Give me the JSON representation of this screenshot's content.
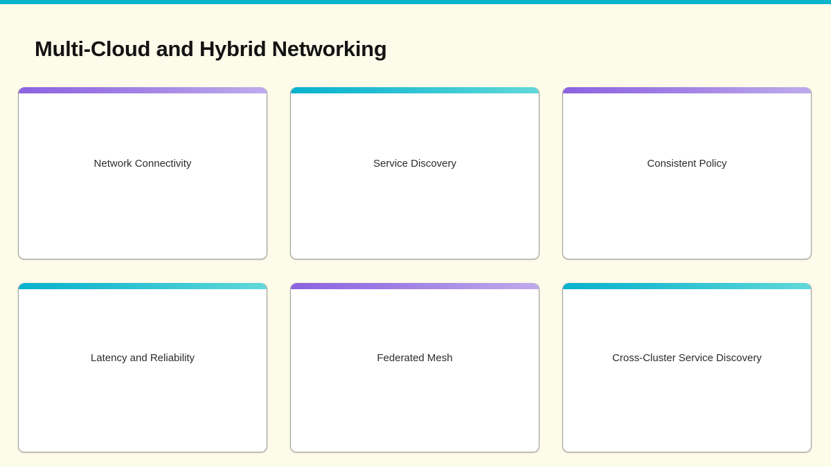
{
  "slide": {
    "title": "Multi-Cloud and Hybrid Networking",
    "background_color": "#fdfbe9",
    "top_accent_color": "#0bb4cc",
    "title_color": "#131313"
  },
  "theme": {
    "purple_accent_start": "#8a63e0",
    "purple_accent_end": "#bfaaec",
    "teal_accent_start": "#09b2cd",
    "teal_accent_end": "#62d8da",
    "card_background": "#ffffff",
    "card_border": "#9a9a9a",
    "label_color": "#2b2b2b"
  },
  "cards": [
    {
      "label": "Network Connectivity",
      "accent": "purple",
      "row": 1,
      "column": 1
    },
    {
      "label": "Service Discovery",
      "accent": "teal",
      "row": 1,
      "column": 2
    },
    {
      "label": "Consistent Policy",
      "accent": "purple",
      "row": 1,
      "column": 3
    },
    {
      "label": "Latency and Reliability",
      "accent": "teal",
      "row": 2,
      "column": 1
    },
    {
      "label": "Federated Mesh",
      "accent": "purple",
      "row": 2,
      "column": 2
    },
    {
      "label": "Cross-Cluster Service Discovery",
      "accent": "teal",
      "row": 2,
      "column": 3
    }
  ]
}
